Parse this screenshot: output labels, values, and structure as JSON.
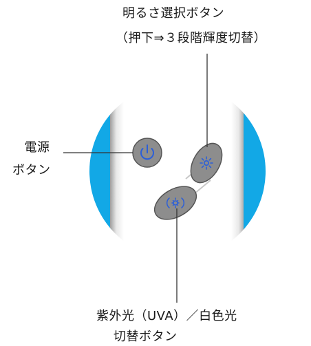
{
  "labels": {
    "brightness_button": "明るさ選択ボタン",
    "brightness_button_note": "（押下⇒３段階輝度切替）",
    "power_button_line1": "電源",
    "power_button_line2": "ボタン",
    "uv_button_line1": "紫外光（UVA）／白色光",
    "uv_button_line2": "切替ボタン"
  },
  "icons": {
    "power": "power-icon",
    "sun": "sun-icon",
    "uv": "uv-light-icon"
  },
  "colors": {
    "accent_blue": "#12a8e6",
    "button_gray": "#8a8a8a",
    "icon_blue": "#2b5fd9",
    "line": "#333333"
  }
}
